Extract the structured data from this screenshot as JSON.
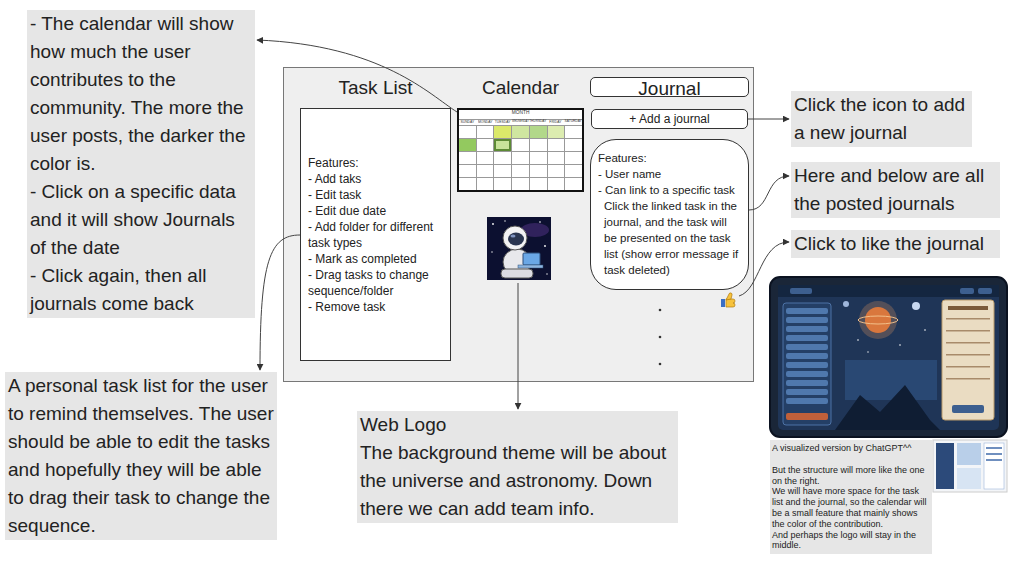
{
  "diagram": {
    "nodes": [
      {
        "text": [
          "- The calendar will show how much the user contributes to the community. The more the user posts, the darker the color is.",
          "- Click on a specific data and it will show Journals of the date",
          "- Click again, then all journals come back"
        ]
      },
      {
        "text": [
          "Task List",
          "Features:",
          "- Add taks",
          "- Edit task",
          "- Edit due date",
          "- Add folder for different task types",
          "- Mark as completed",
          "- Drag tasks to change sequence/folder",
          "- Remove task"
        ]
      },
      {
        "text": [
          "Calendar",
          "MONTH",
          "SUNDAY",
          "MONDAY",
          "TUESDAY",
          "WEDNESDAY",
          "THURSDAY",
          "FRIDAY",
          "SATURDAY"
        ]
      },
      {
        "text": [
          "Journal",
          "+ Add a journal"
        ]
      },
      {
        "text": [
          "Features:",
          "- User name",
          "- Can link to a specific task",
          "Click the linked task in the journal, and the task will be presented on the task list (show error message if task deleted)"
        ]
      },
      {
        "text": [
          "A personal task list for the user to remind themselves. The user should be able to edit the tasks and hopefully they will be able to drag their task to change the sequence."
        ]
      },
      {
        "text": [
          "Web Logo",
          "The background theme will be about the universe and astronomy. Down there we can add team info."
        ]
      },
      {
        "text": [
          "Click the icon to add a new journal"
        ]
      },
      {
        "text": [
          "Here and below are all the posted journals"
        ]
      },
      {
        "text": [
          "Click to like the journal"
        ]
      },
      {
        "text": [
          "A visualized version by ChatGPT^^",
          "But the structure will more like the one on the right.",
          "We will have more space for the task list and the journal, so the calendar will be a small feature that mainly shows the color of the contribution.",
          "And perhaps the logo will stay in the middle."
        ]
      }
    ],
    "edges": [
      {
        "from": 2,
        "to": 0,
        "arrow": "to"
      },
      {
        "from": 1,
        "to": 5,
        "arrow": "to"
      },
      {
        "from": 3,
        "to": 7,
        "arrow": "to"
      },
      {
        "from": 4,
        "to": 8,
        "arrow": "to"
      }
    ]
  }
}
